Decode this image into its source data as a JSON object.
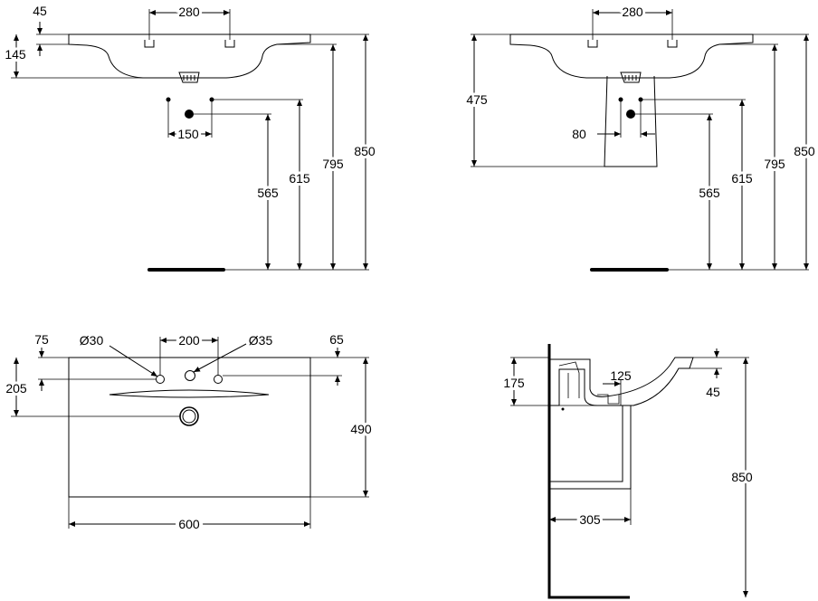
{
  "views": {
    "front_wall": {
      "dims": {
        "d45": "45",
        "d280": "280",
        "d145": "145",
        "d150": "150",
        "d565": "565",
        "d615": "615",
        "d795": "795",
        "d850": "850"
      }
    },
    "front_pedestal": {
      "dims": {
        "d280": "280",
        "d475": "475",
        "d80": "80",
        "d565": "565",
        "d615": "615",
        "d795": "795",
        "d850": "850"
      }
    },
    "top": {
      "dims": {
        "d75": "75",
        "dia30": "Ø30",
        "d200": "200",
        "dia35": "Ø35",
        "d65": "65",
        "d205": "205",
        "d490": "490",
        "d600": "600"
      }
    },
    "side": {
      "dims": {
        "d175": "175",
        "d125": "125",
        "d45": "45",
        "d850": "850",
        "d305": "305"
      }
    }
  }
}
